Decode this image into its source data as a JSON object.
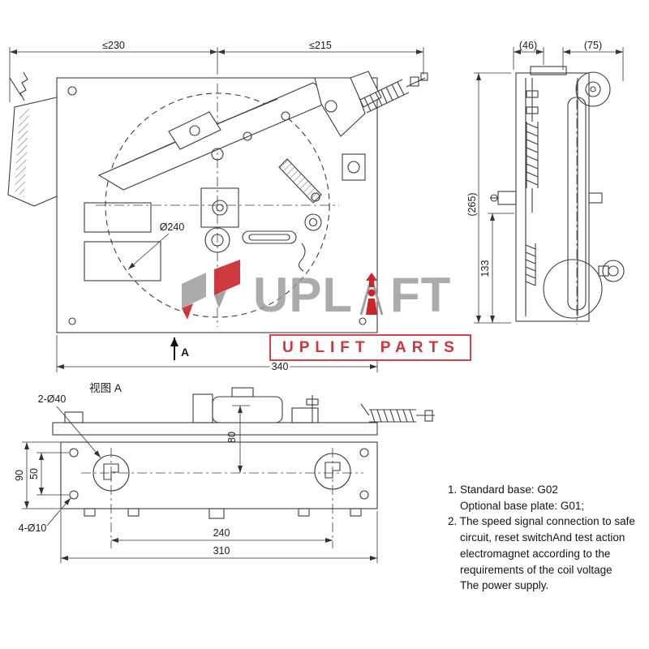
{
  "page": {
    "background": "#ffffff"
  },
  "colors": {
    "line": "#3c3c3c",
    "accent_red": "#c9252c",
    "watermark_gray": "#969696"
  },
  "front_view": {
    "dim_width_left": "≤230",
    "dim_width_right": "≤215",
    "dim_sheave": "Ø240",
    "dim_base": "340",
    "view_arrow_label": "A"
  },
  "side_view": {
    "dim_depth_left": "(46)",
    "dim_depth_right": "(75)",
    "dim_height_total": "(265)",
    "dim_height_lower": "133"
  },
  "view_a": {
    "title": "视图 A",
    "dim_large_holes": "2-Ø40",
    "dim_plate_height": "90",
    "dim_hole_spacing_v": "50",
    "dim_height_80": "80",
    "dim_small_holes": "4-Ø10",
    "dim_hole_spacing_h": "240",
    "dim_plate_width": "310"
  },
  "watermark": {
    "brand_left": "UPL",
    "brand_right": "FT",
    "subtitle": "UPLIFT PARTS"
  },
  "notes": {
    "lines": [
      "1. Standard base: G02",
      "Optional base plate: G01;",
      "2. The speed signal connection to safe",
      "circuit, reset switchAnd test action",
      "electromagnet according to the",
      "requirements of the coil voltage",
      "The power supply."
    ]
  }
}
